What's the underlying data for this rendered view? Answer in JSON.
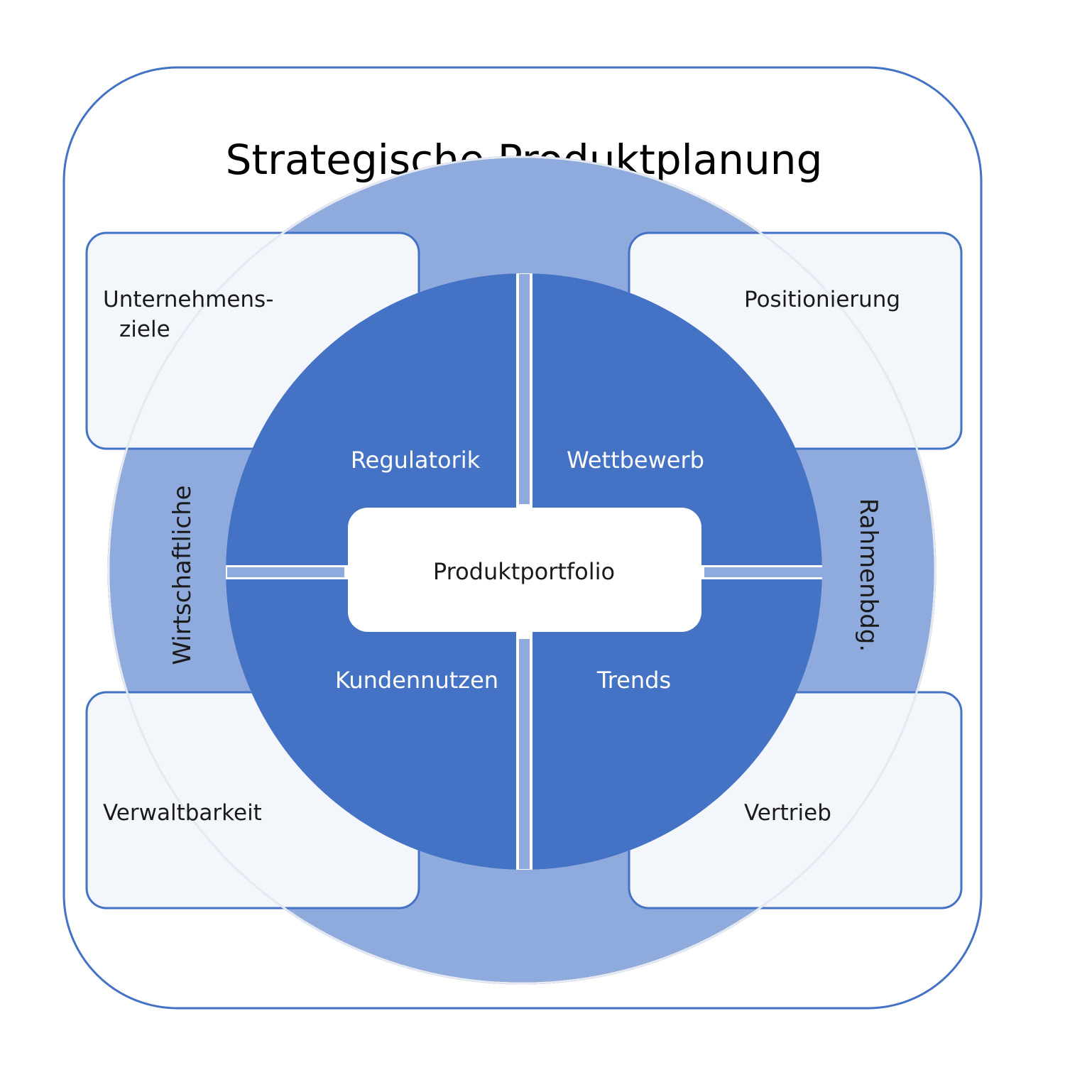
{
  "title": "Strategische Produktplanung",
  "colors": {
    "frame_stroke": "#4472c4",
    "ring_fill": "#8faadc",
    "ring_stroke": "#2f4f8f",
    "quadrant_fill": "#4472c4",
    "corner_box_fill": "#f3f6fb",
    "corner_box_stroke": "#4472c4",
    "center_fill": "#ffffff"
  },
  "corner_boxes": {
    "top_left": {
      "line1": "Unternehmens-",
      "line2": "ziele"
    },
    "top_right": "Positionierung",
    "bottom_left": "Verwaltbarkeit",
    "bottom_right": "Vertrieb"
  },
  "ring_labels": {
    "left": "Wirtschaftliche",
    "right": "Rahmenbdg."
  },
  "quadrants": {
    "top_left": "Regulatorik",
    "top_right": "Wettbewerb",
    "bottom_left": "Kundennutzen",
    "bottom_right": "Trends"
  },
  "center": "Produktportfolio"
}
